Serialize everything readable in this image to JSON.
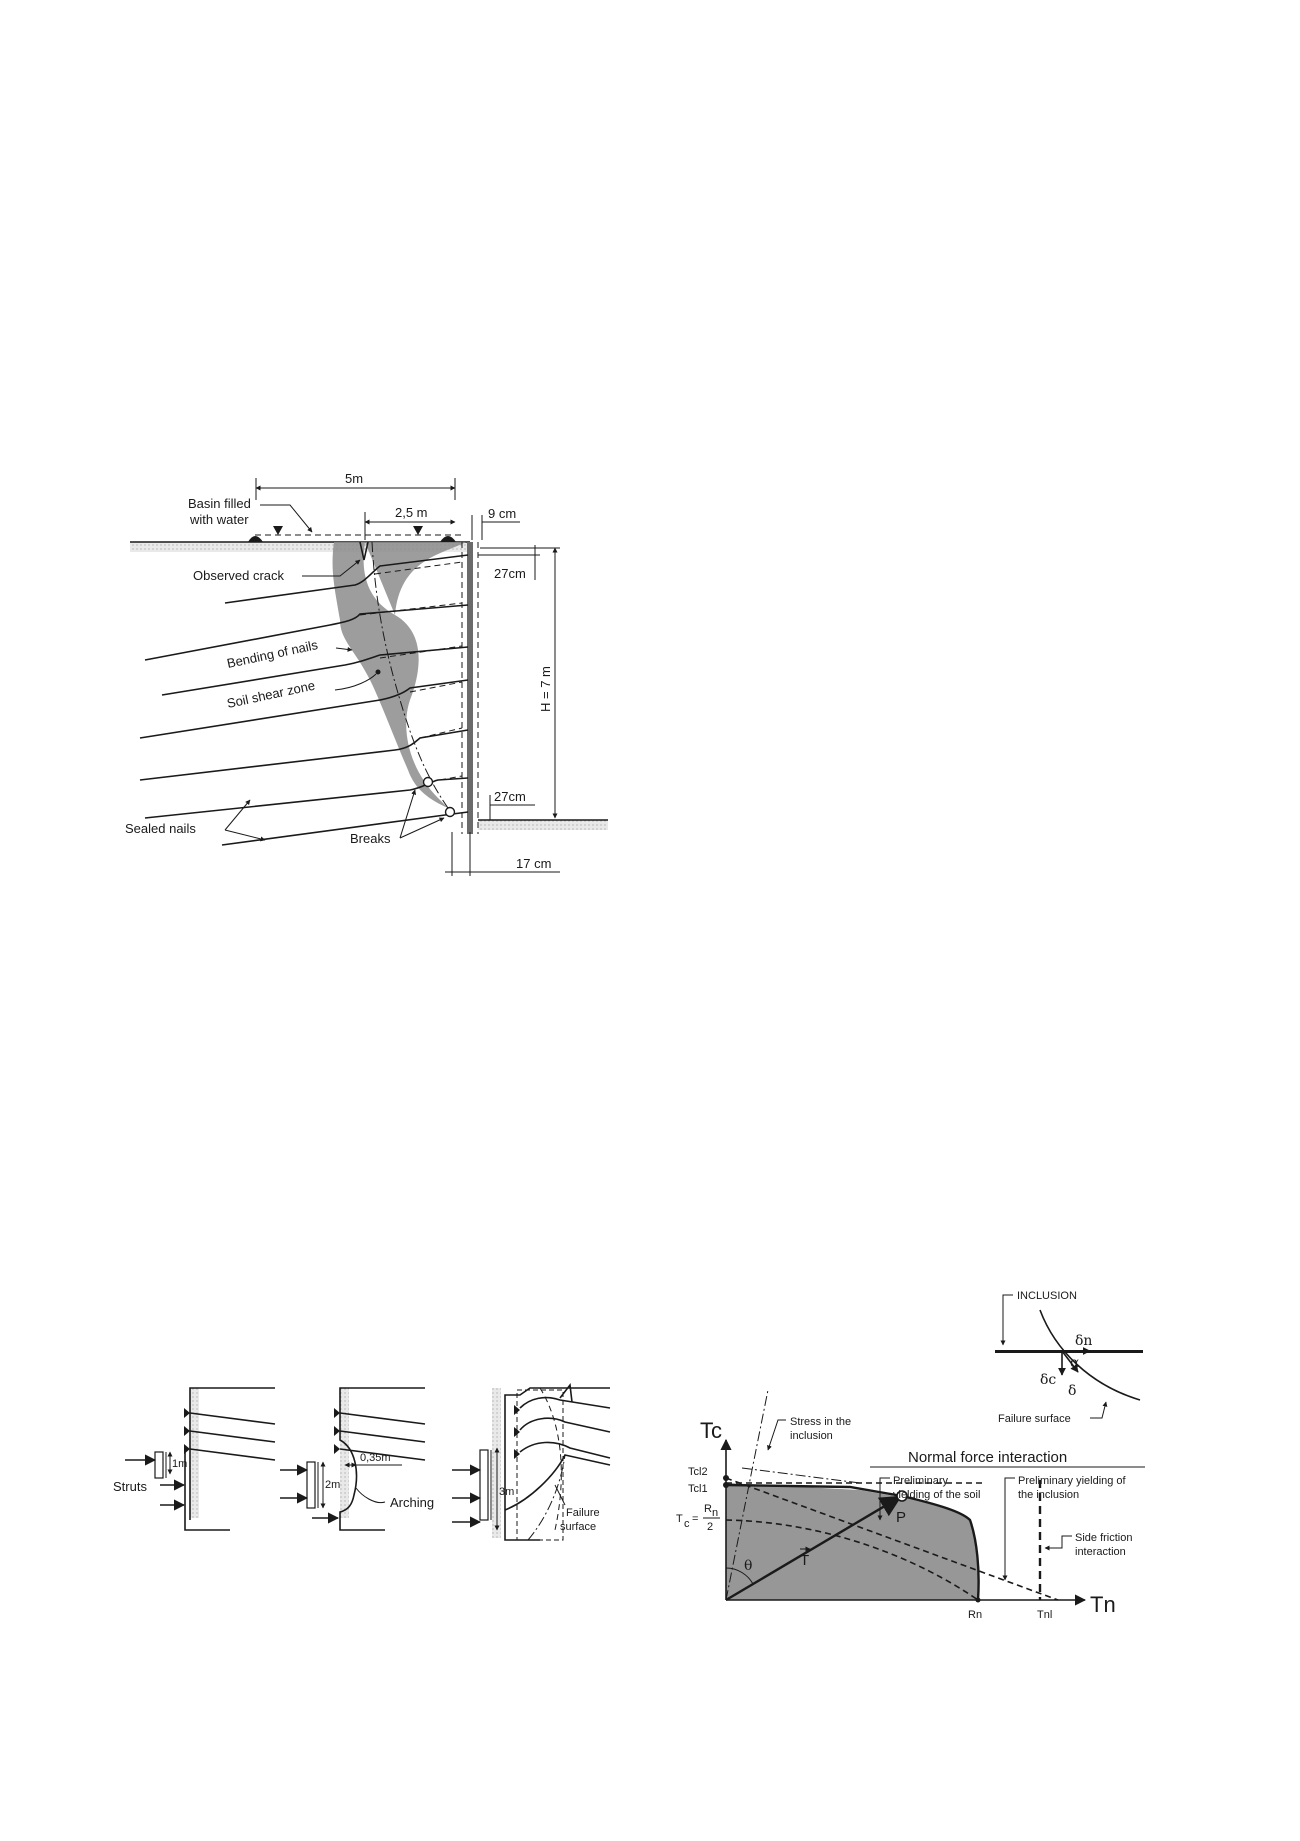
{
  "figure_top": {
    "labels": {
      "five_m": "5m",
      "two_five_m": "2,5 m",
      "nine_cm": "9 cm",
      "basin_line1": "Basin filled",
      "basin_line2": "with water",
      "observed_crack": "Observed crack",
      "cm27_top": "27cm",
      "bending_of_nails": "Bending of nails",
      "soil_shear_zone": "Soil shear zone",
      "height": "H = 7 m",
      "cm27_bottom": "27cm",
      "sealed_nails": "Sealed nails",
      "breaks": "Breaks",
      "seventeen_cm": "17 cm"
    }
  },
  "figure_bottom_left": {
    "labels": {
      "struts": "Struts",
      "one_m": "1m",
      "two_m": "2m",
      "zero_35m": "0,35m",
      "arching": "Arching",
      "three_m": "3m",
      "failure_line1": "Failure",
      "failure_line2": "surface"
    }
  },
  "figure_bottom_right": {
    "labels": {
      "inclusion": "INCLUSION",
      "delta_n": "δn",
      "alpha": "α",
      "delta_c": "δc",
      "delta": "δ",
      "failure_surface": "Failure surface",
      "tc_axis": "Tc",
      "tn_axis": "Tn",
      "stress_line1": "Stress in the",
      "stress_line2": "inclusion",
      "normal_force": "Normal force interaction",
      "prelim_soil1": "Preliminary",
      "prelim_soil2": "yielding of the soil",
      "prelim_incl1": "Preliminary yielding of",
      "prelim_incl2": "the inclusion",
      "side_friction1": "Side friction",
      "side_friction2": "interaction",
      "tc_eq_tc": "T",
      "tc_eq_c": "c",
      "tc_eq_eq": "=",
      "tc_eq_rn": "R",
      "tc_eq_n": "n",
      "tc_eq_two": "2",
      "tcl2": "Tcl2",
      "tcl1": "Tcl1",
      "vec_t": "T",
      "theta": "θ",
      "point_p": "P",
      "rn": "Rn",
      "tnl": "Tnl"
    }
  }
}
